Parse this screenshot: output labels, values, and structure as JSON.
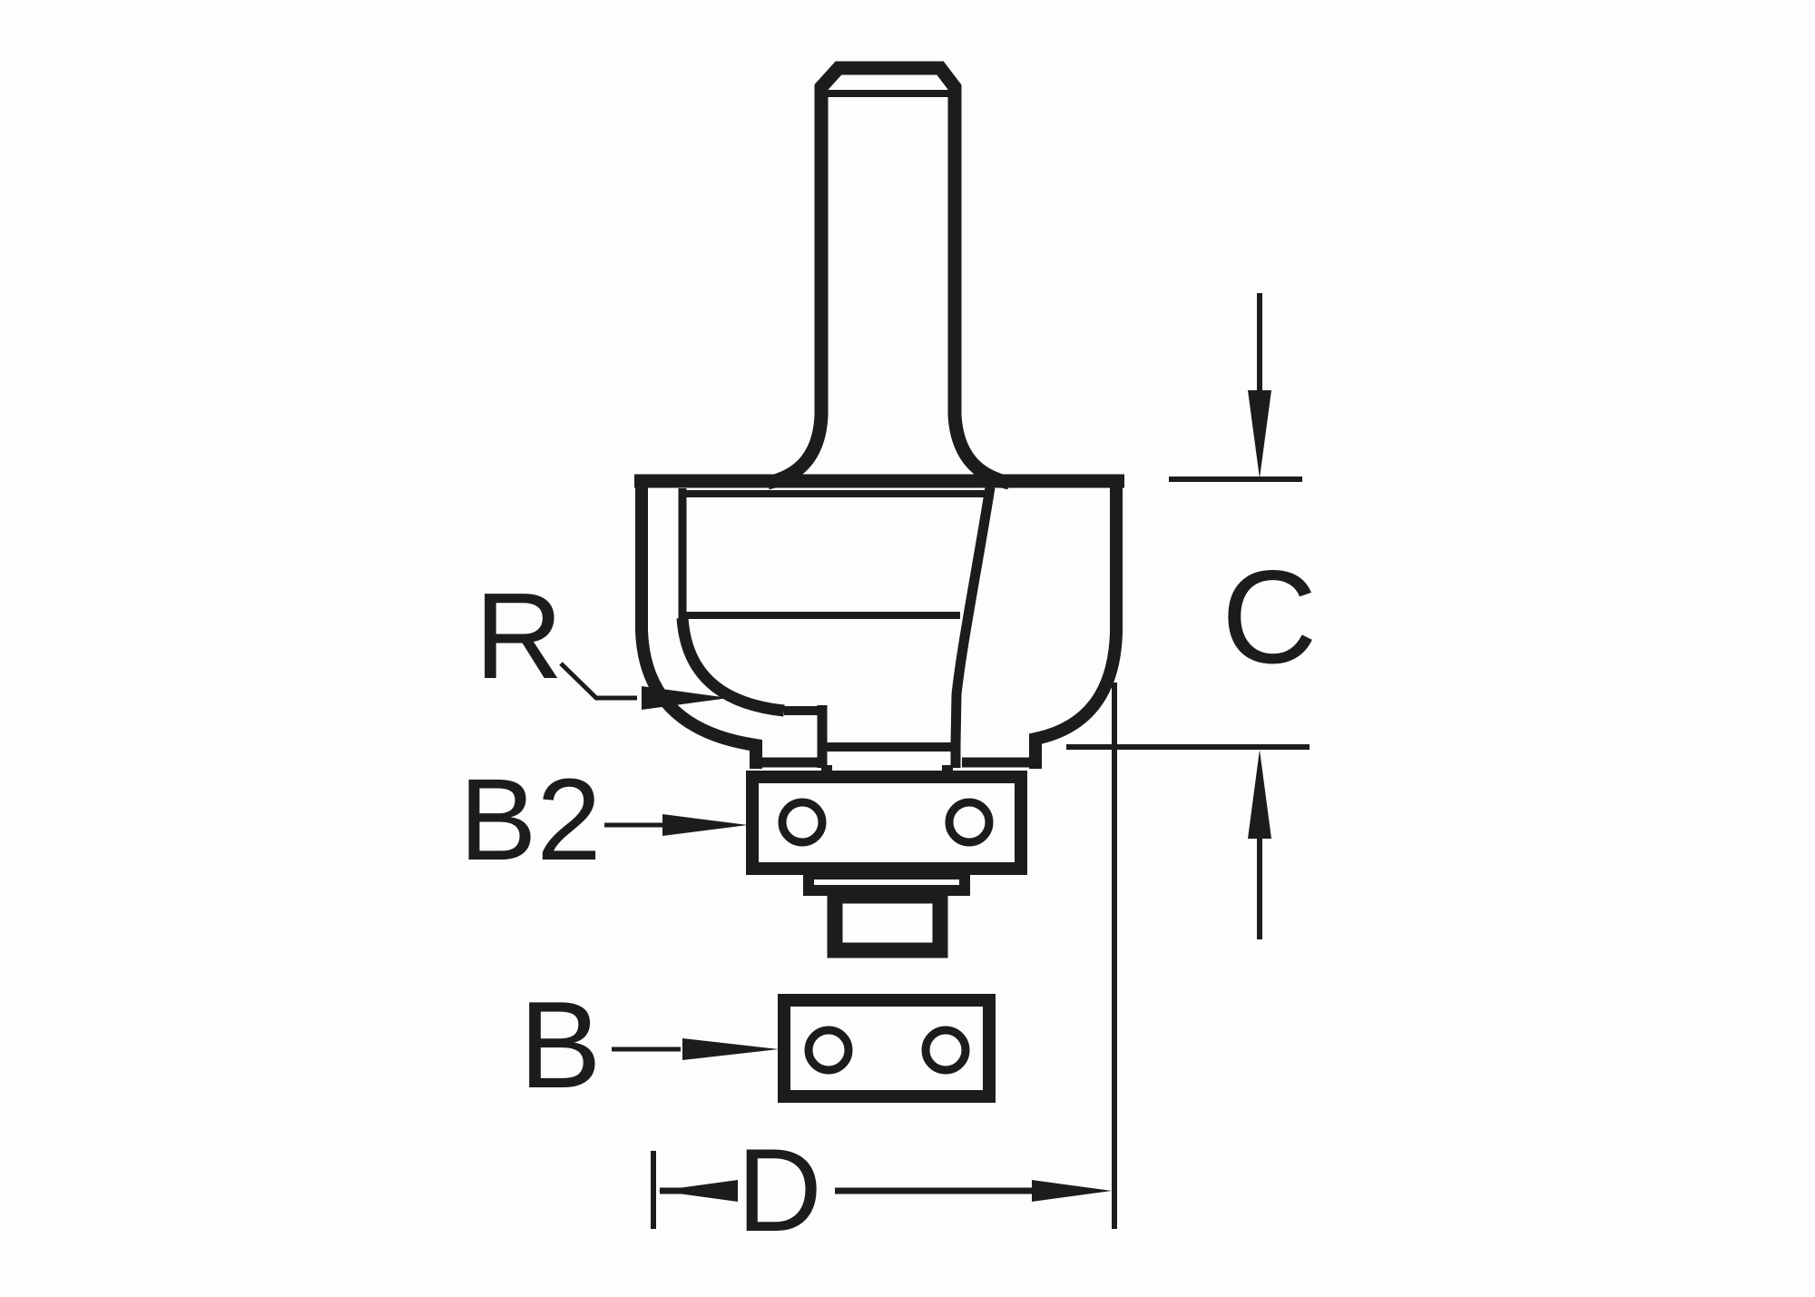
{
  "diagram": {
    "labels": {
      "radius": "R",
      "fitted_bearing": "B2",
      "spare_bearing": "B",
      "cutter_length": "C",
      "diameter": "D"
    },
    "colors": {
      "line": "#1c1c1c",
      "background": "#ffffff"
    }
  }
}
